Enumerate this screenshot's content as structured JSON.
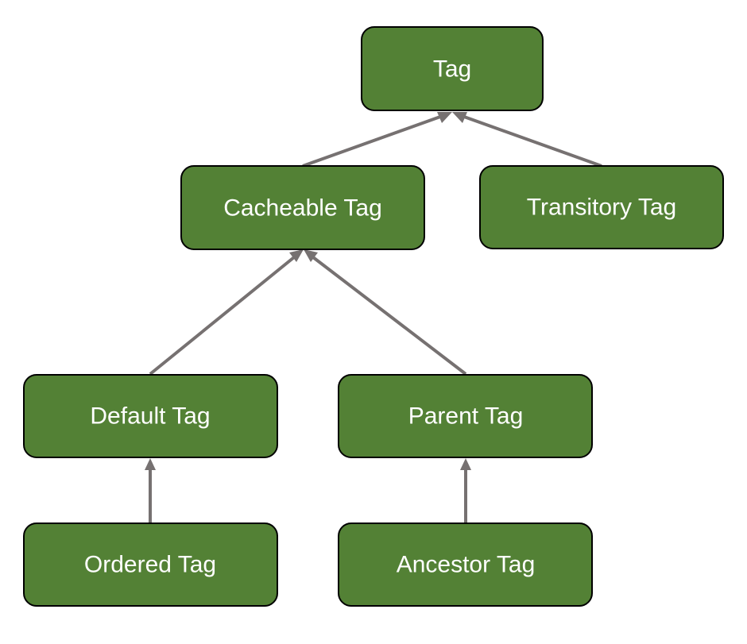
{
  "diagram": {
    "nodes": {
      "tag": "Tag",
      "cacheable": "Cacheable Tag",
      "transitory": "Transitory Tag",
      "default": "Default Tag",
      "parent": "Parent Tag",
      "ordered": "Ordered Tag",
      "ancestor": "Ancestor Tag"
    },
    "edges": [
      {
        "from": "cacheable",
        "to": "tag"
      },
      {
        "from": "transitory",
        "to": "tag"
      },
      {
        "from": "default",
        "to": "cacheable"
      },
      {
        "from": "parent",
        "to": "cacheable"
      },
      {
        "from": "ordered",
        "to": "default"
      },
      {
        "from": "ancestor",
        "to": "parent"
      }
    ],
    "colors": {
      "node_fill": "#538135",
      "node_border": "#000000",
      "node_text": "#ffffff",
      "edge": "#767171"
    }
  }
}
